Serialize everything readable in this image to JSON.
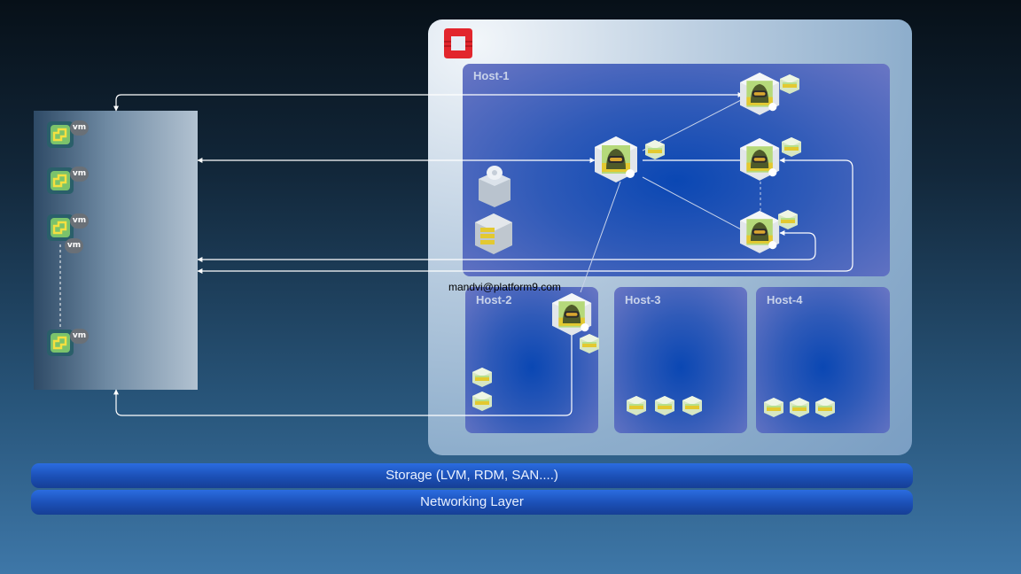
{
  "hosts": [
    {
      "label": "Host-1"
    },
    {
      "label": "Host-2"
    },
    {
      "label": "Host-3"
    },
    {
      "label": "Host-4"
    }
  ],
  "vm_badge": "vm",
  "email": "mandvi@platform9.com",
  "layers": {
    "storage": "Storage (LVM, RDM, SAN....)",
    "networking": "Networking Layer"
  },
  "icons": {
    "vm": "vmware-vsphere-icon",
    "cloud_logo": "openstack-logo",
    "instance": "masterchief-instance-icon",
    "volume": "volume-cube-icon",
    "image_service": "image-storage-icon",
    "block_storage": "block-storage-icon"
  },
  "colors": {
    "logo_red": "#e2262d",
    "host_blue": "#0a47b3",
    "bar_blue": "#1b4fb5",
    "volume_green": "#b7e08a",
    "volume_yellow": "#e3c930"
  }
}
